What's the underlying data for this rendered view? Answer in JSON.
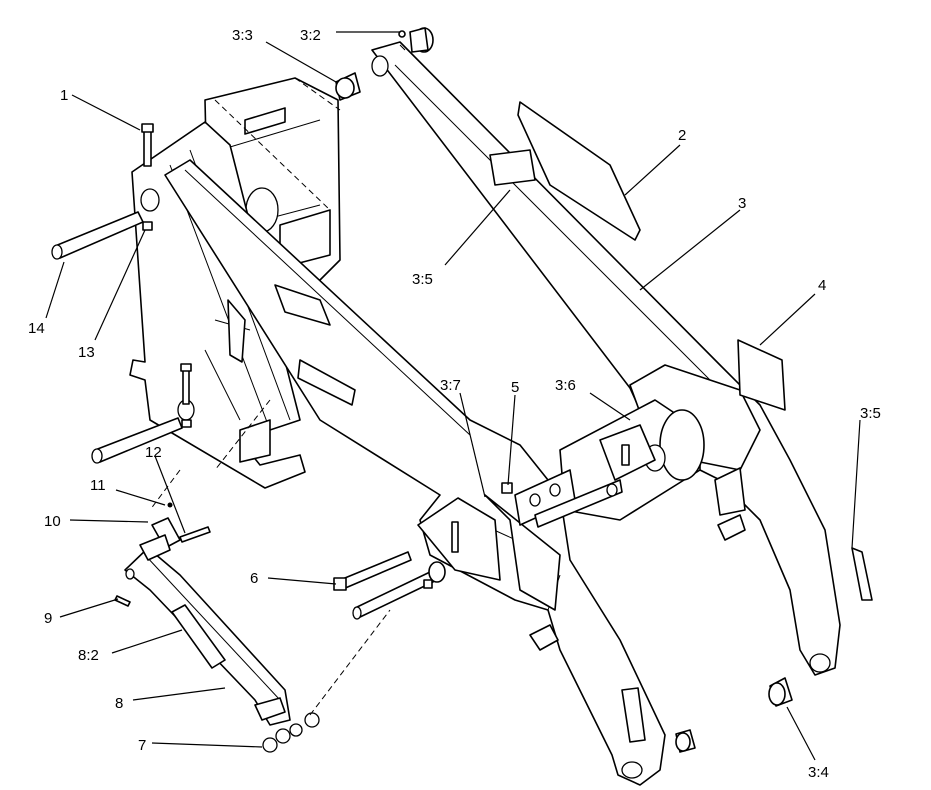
{
  "callouts": {
    "c1": "1",
    "c2": "2",
    "c3": "3",
    "c3_2": "3:2",
    "c3_3": "3:3",
    "c3_4": "3:4",
    "c3_5a": "3:5",
    "c3_5b": "3:5",
    "c3_6": "3:6",
    "c3_7": "3:7",
    "c4": "4",
    "c5": "5",
    "c6": "6",
    "c7": "7",
    "c8": "8",
    "c8_2": "8:2",
    "c9": "9",
    "c10": "10",
    "c11": "11",
    "c12": "12",
    "c13": "13",
    "c14": "14"
  }
}
